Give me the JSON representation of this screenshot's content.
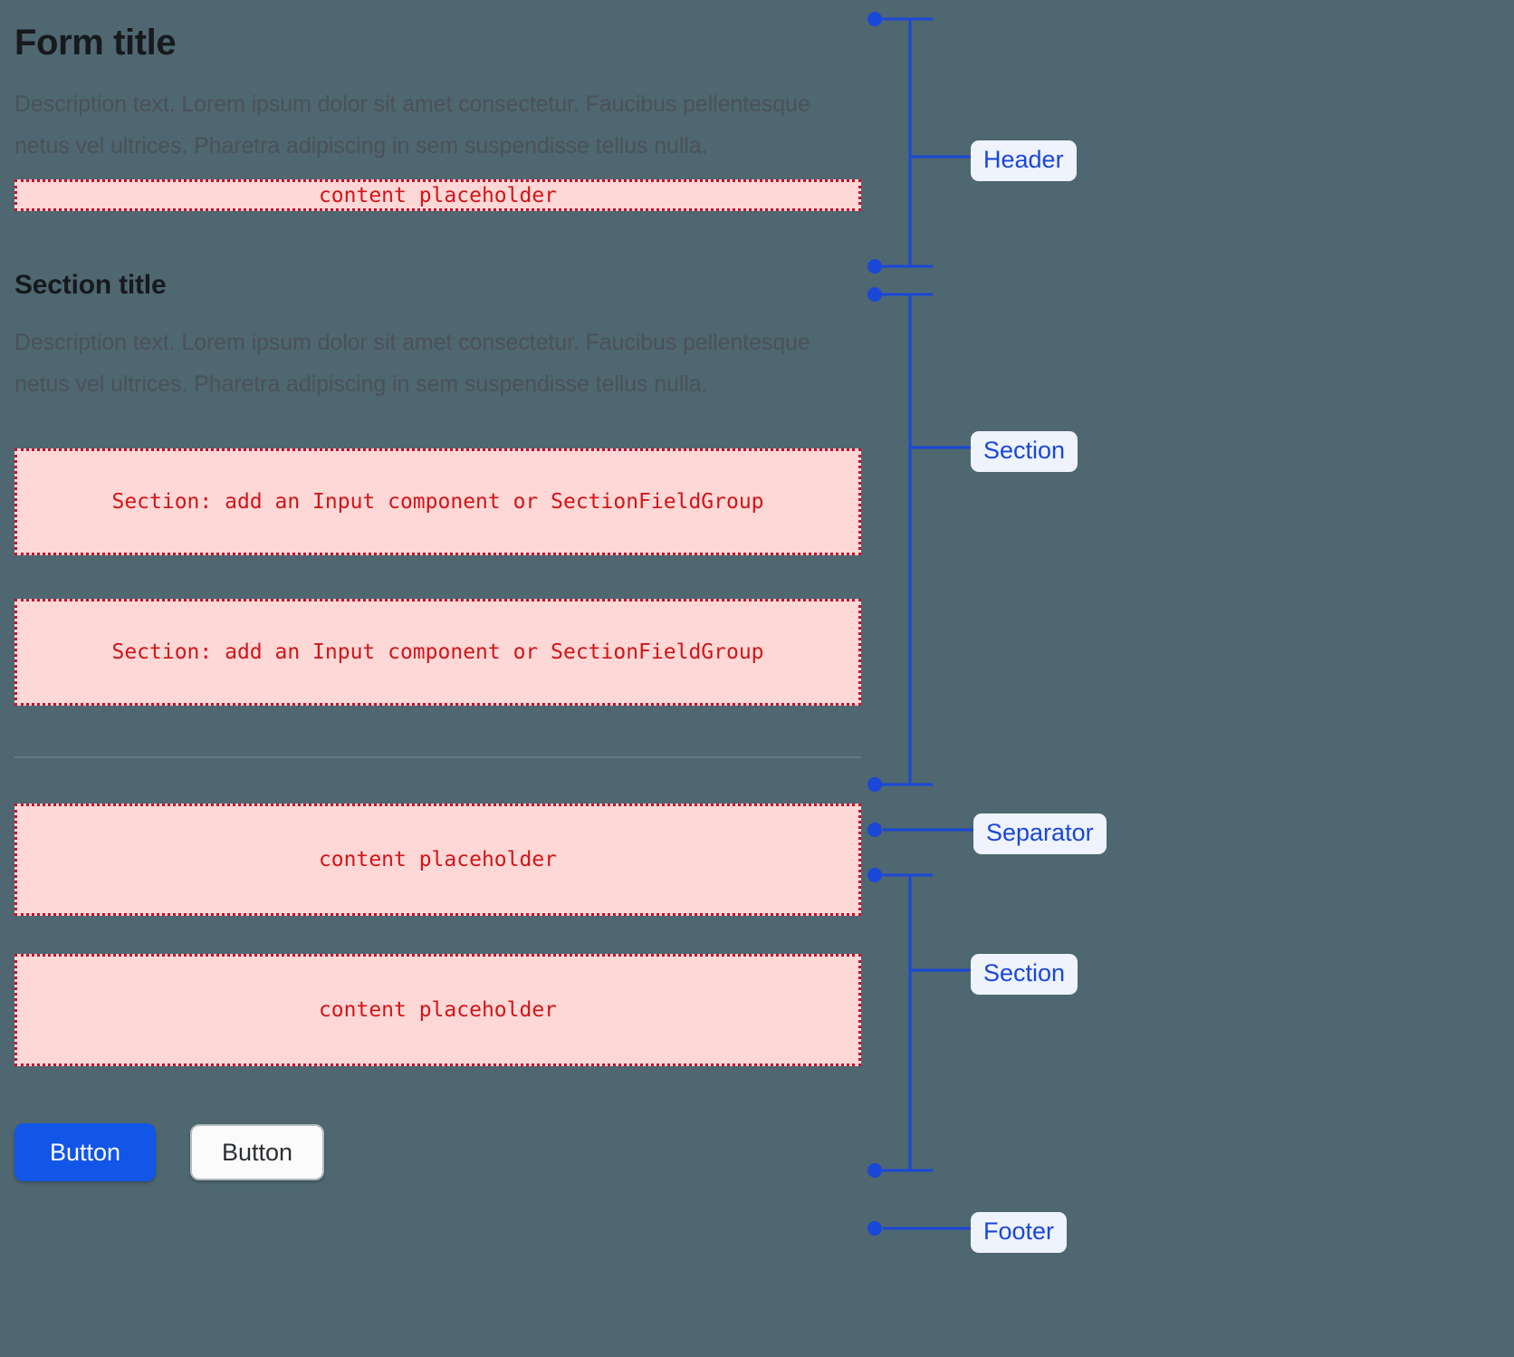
{
  "theme": {
    "background": "#4e6771",
    "heading_color": "#17191c",
    "description_color": "#4b5257",
    "placeholder_fill": "#fdd8d6",
    "placeholder_border": "#c8102e",
    "placeholder_text": "#d31418",
    "annotation_line": "#1a47d8",
    "annotation_label_bg": "#eef3fe",
    "annotation_label_text": "#1a47d8",
    "primary_button_bg": "#1256e8",
    "secondary_button_bg": "#fbfbfb",
    "separator_color": "#7b7f90"
  },
  "form": {
    "header": {
      "title": "Form title",
      "description": "Description text. Lorem ipsum dolor sit amet consectetur. Faucibus pellentesque netus vel ultrices. Pharetra adipiscing in sem suspendisse tellus nulla.",
      "placeholder": "content placeholder"
    },
    "section_one": {
      "title": "Section title",
      "description": "Description text. Lorem ipsum dolor sit amet consectetur. Faucibus pellentesque netus vel ultrices. Pharetra adipiscing in sem suspendisse tellus nulla.",
      "placeholders": [
        "Section: add an Input component or SectionFieldGroup",
        "Section: add an Input component or SectionFieldGroup"
      ]
    },
    "section_two": {
      "placeholders": [
        "content placeholder",
        "content placeholder"
      ]
    },
    "footer": {
      "primary_button": "Button",
      "secondary_button": "Button"
    }
  },
  "annotations": [
    {
      "label": "Header",
      "kind": "bracket"
    },
    {
      "label": "Section",
      "kind": "bracket"
    },
    {
      "label": "Separator",
      "kind": "single"
    },
    {
      "label": "Section",
      "kind": "bracket"
    },
    {
      "label": "Footer",
      "kind": "single"
    }
  ]
}
